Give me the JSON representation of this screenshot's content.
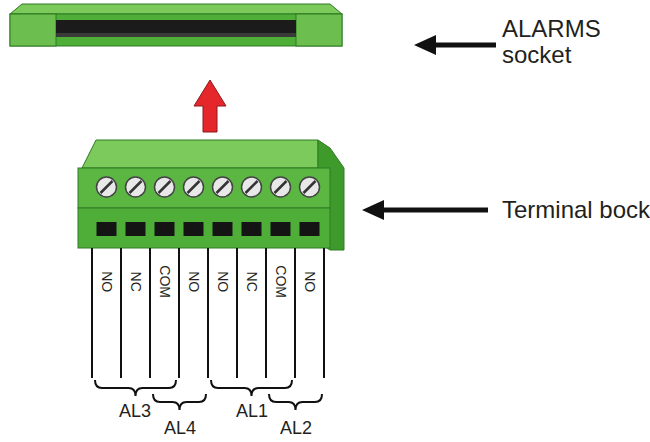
{
  "diagram": {
    "labels": [
      "ALARMS socket",
      "Terminal bock",
      "NO",
      "NC",
      "COM",
      "NO",
      "NO",
      "NC",
      "COM",
      "NO",
      "AL3",
      "AL4",
      "AL1",
      "AL2"
    ]
  }
}
